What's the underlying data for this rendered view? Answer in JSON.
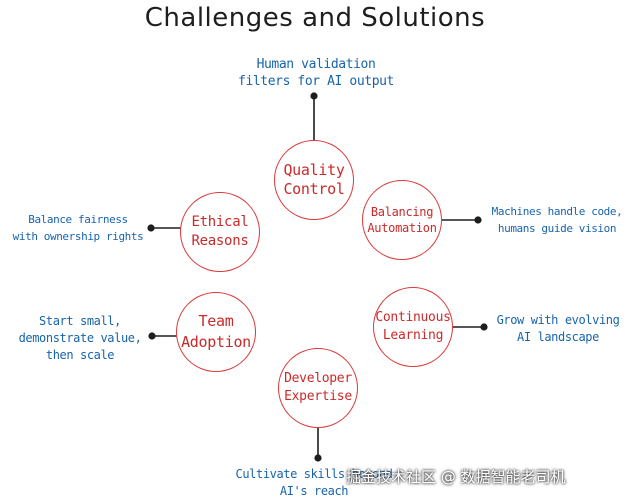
{
  "title": "Challenges and Solutions",
  "colors": {
    "node_stroke": "#d93a3a",
    "node_text": "#c92a2a",
    "note_text": "#1864ab",
    "connector": "#1e1e1e"
  },
  "nodes": [
    {
      "id": "quality-control",
      "label": "Quality\nControl",
      "note": "Human validation\nfilters for AI output"
    },
    {
      "id": "balancing-automation",
      "label": "Balancing\nAutomation",
      "note": "Machines handle code,\nhumans guide vision"
    },
    {
      "id": "continuous-learning",
      "label": "Continuous\nLearning",
      "note": "Grow with evolving\nAI landscape"
    },
    {
      "id": "developer-expertise",
      "label": "Developer\nExpertise",
      "note": "Cultivate skills beyond\nAI's reach"
    },
    {
      "id": "team-adoption",
      "label": "Team\nAdoption",
      "note": "Start small,\ndemonstrate value,\nthen scale"
    },
    {
      "id": "ethical-reasons",
      "label": "Ethical\nReasons",
      "note": "Balance fairness\nwith ownership rights"
    }
  ],
  "watermark": "掘金技术社区 @ 数据智能老司机"
}
